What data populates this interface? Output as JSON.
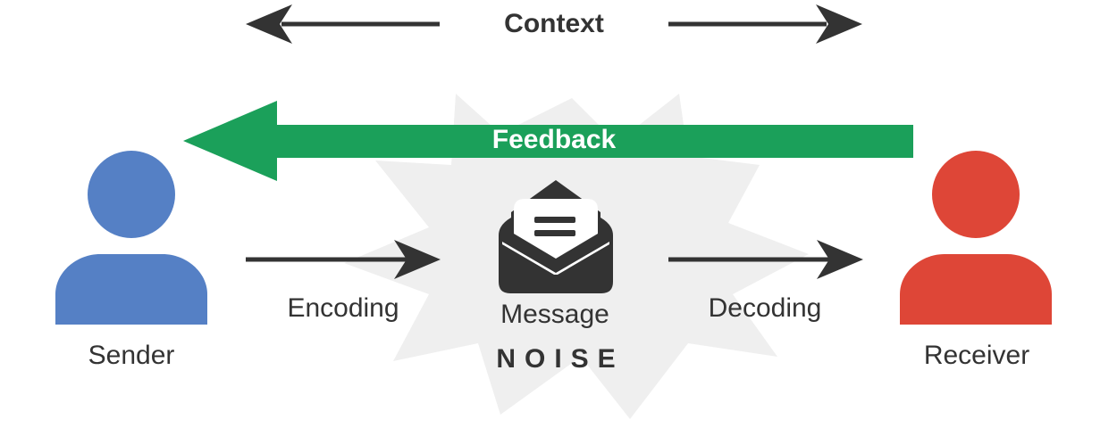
{
  "diagram": {
    "context_label": "Context",
    "feedback_label": "Feedback",
    "sender_label": "Sender",
    "receiver_label": "Receiver",
    "encoding_label": "Encoding",
    "decoding_label": "Decoding",
    "message_label": "Message",
    "noise_label": "NOISE"
  },
  "colors": {
    "sender": "#5580c5",
    "receiver": "#de4637",
    "feedback": "#1ba05a",
    "noise": "#efefef",
    "arrows": "#333333"
  }
}
